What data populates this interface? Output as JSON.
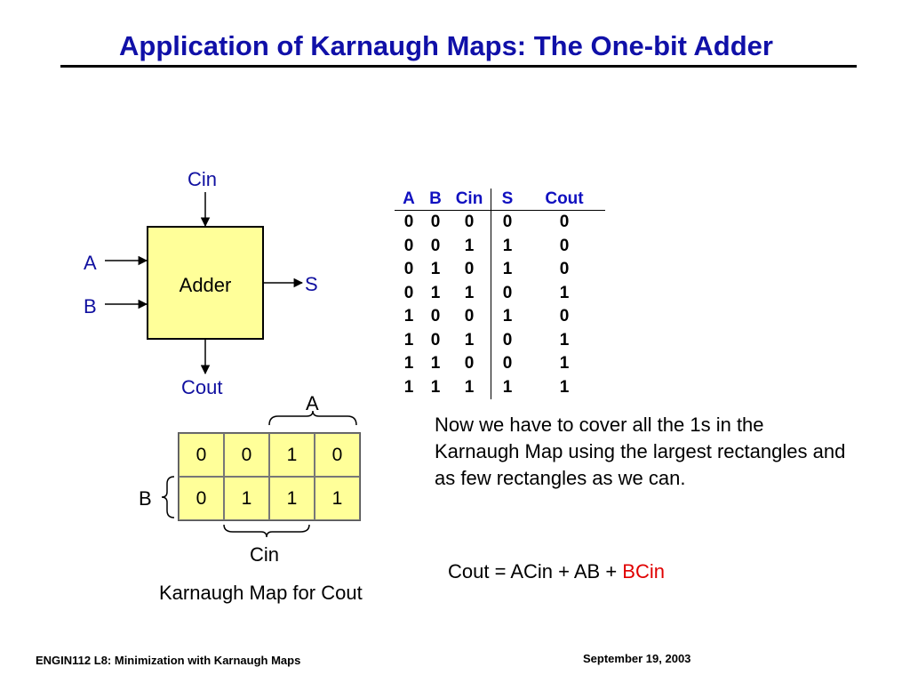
{
  "title": "Application of Karnaugh Maps: The One-bit Adder",
  "adder": {
    "cin_label": "Cin",
    "a_label": "A",
    "b_label": "B",
    "box_label": "Adder",
    "s_label": "S",
    "cout_label": "Cout"
  },
  "truth_table": {
    "headers": [
      "A",
      "B",
      "Cin",
      "S",
      "Cout"
    ],
    "rows": [
      [
        "0",
        "0",
        "0",
        "0",
        "0"
      ],
      [
        "0",
        "0",
        "1",
        "1",
        "0"
      ],
      [
        "0",
        "1",
        "0",
        "1",
        "0"
      ],
      [
        "0",
        "1",
        "1",
        "0",
        "1"
      ],
      [
        "1",
        "0",
        "0",
        "1",
        "0"
      ],
      [
        "1",
        "0",
        "1",
        "0",
        "1"
      ],
      [
        "1",
        "1",
        "0",
        "0",
        "1"
      ],
      [
        "1",
        "1",
        "1",
        "1",
        "1"
      ]
    ]
  },
  "kmap": {
    "a_label": "A",
    "b_label": "B",
    "cin_label": "Cin",
    "caption": "Karnaugh Map for Cout",
    "cells": [
      [
        "0",
        "0",
        "1",
        "0"
      ],
      [
        "0",
        "1",
        "1",
        "1"
      ]
    ]
  },
  "explanation": "Now we have to cover all the 1s in the Karnaugh Map using the largest rectangles and as few rectangles as we can.",
  "equation": {
    "prefix": "Cout = ACin + AB + ",
    "highlight": "BCin"
  },
  "footer": {
    "left": "ENGIN112  L8: Minimization with Karnaugh Maps",
    "right": "September 19, 2003"
  },
  "colors": {
    "title": "#1010a8",
    "box_fill": "#ffff99",
    "highlight": "#e00000"
  }
}
